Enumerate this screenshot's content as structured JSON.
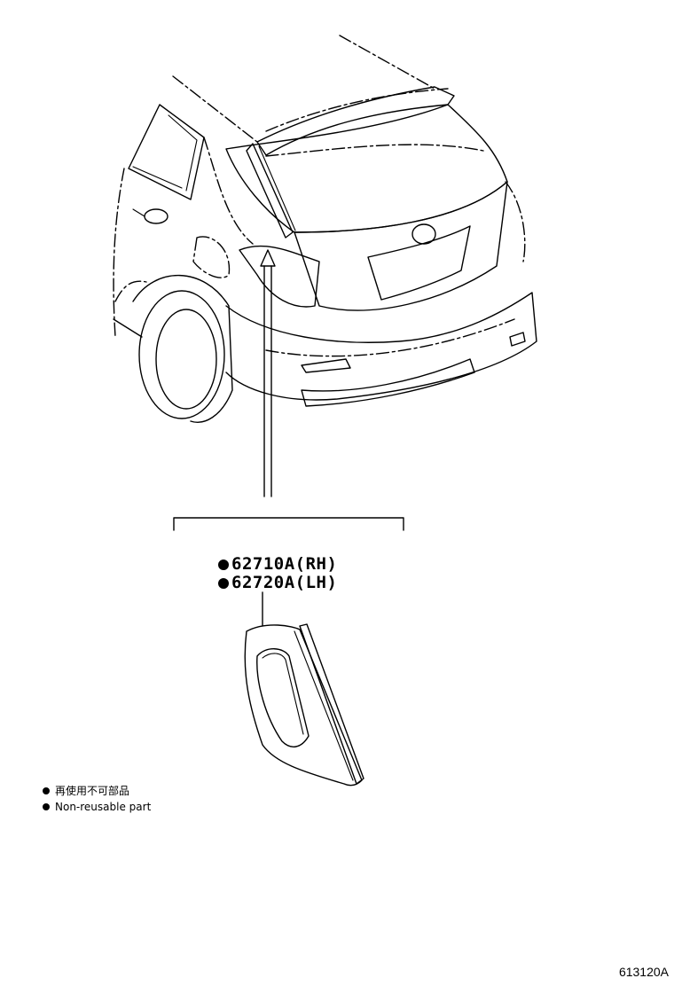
{
  "parts": [
    {
      "number": "62710A",
      "side": "(RH)",
      "text": "62710A(RH)",
      "non_reusable": true
    },
    {
      "number": "62720A",
      "side": "(LH)",
      "text": "62720A(LH)",
      "non_reusable": true
    }
  ],
  "legend": {
    "japanese": "再使用不可部品",
    "english": "Non-reusable part"
  },
  "reference_code": "613120A"
}
